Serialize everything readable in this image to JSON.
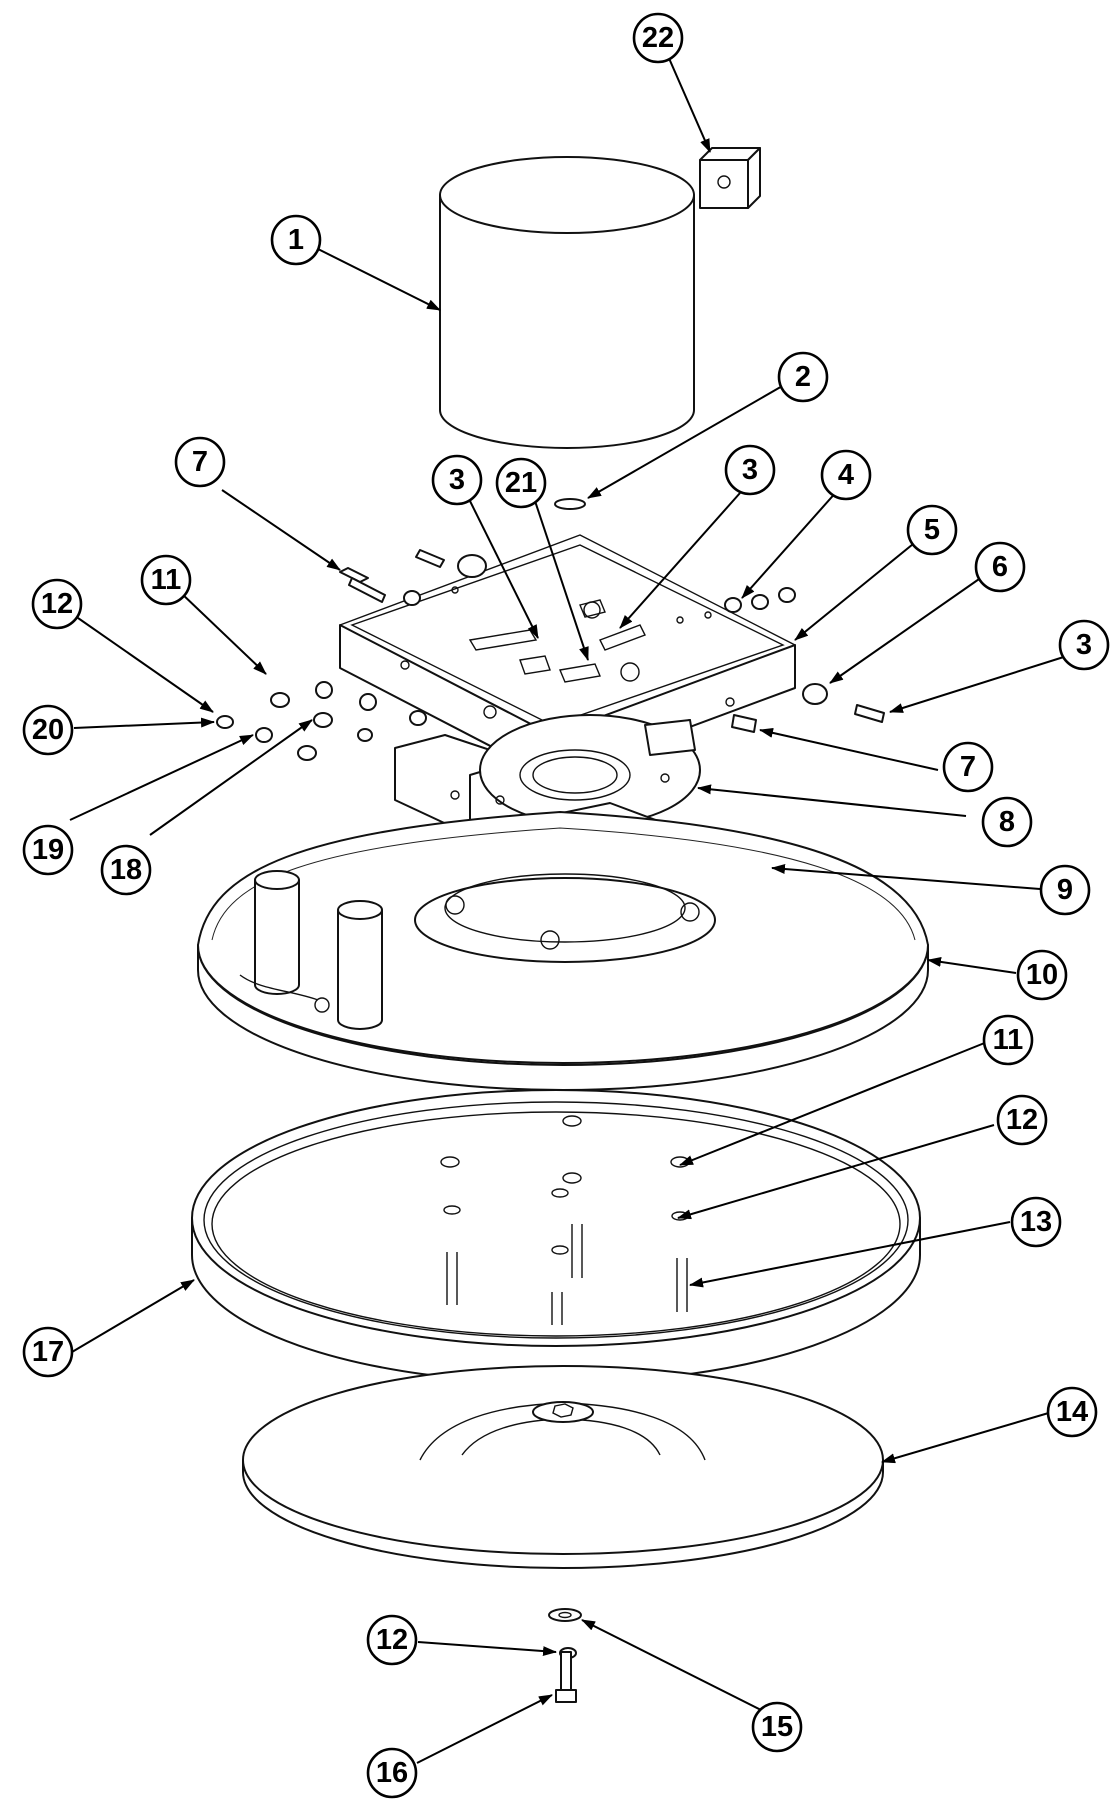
{
  "callouts": [
    {
      "id": "c1",
      "label": "1"
    },
    {
      "id": "c2",
      "label": "2"
    },
    {
      "id": "c3a",
      "label": "3"
    },
    {
      "id": "c3b",
      "label": "3"
    },
    {
      "id": "c3c",
      "label": "3"
    },
    {
      "id": "c4",
      "label": "4"
    },
    {
      "id": "c5",
      "label": "5"
    },
    {
      "id": "c6",
      "label": "6"
    },
    {
      "id": "c7a",
      "label": "7"
    },
    {
      "id": "c7b",
      "label": "7"
    },
    {
      "id": "c8",
      "label": "8"
    },
    {
      "id": "c9",
      "label": "9"
    },
    {
      "id": "c10",
      "label": "10"
    },
    {
      "id": "c11a",
      "label": "11"
    },
    {
      "id": "c11b",
      "label": "11"
    },
    {
      "id": "c12a",
      "label": "12"
    },
    {
      "id": "c12b",
      "label": "12"
    },
    {
      "id": "c12c",
      "label": "12"
    },
    {
      "id": "c13",
      "label": "13"
    },
    {
      "id": "c14",
      "label": "14"
    },
    {
      "id": "c15",
      "label": "15"
    },
    {
      "id": "c16",
      "label": "16"
    },
    {
      "id": "c17",
      "label": "17"
    },
    {
      "id": "c18",
      "label": "18"
    },
    {
      "id": "c19",
      "label": "19"
    },
    {
      "id": "c20",
      "label": "20"
    },
    {
      "id": "c21",
      "label": "21"
    },
    {
      "id": "c22",
      "label": "22"
    }
  ]
}
